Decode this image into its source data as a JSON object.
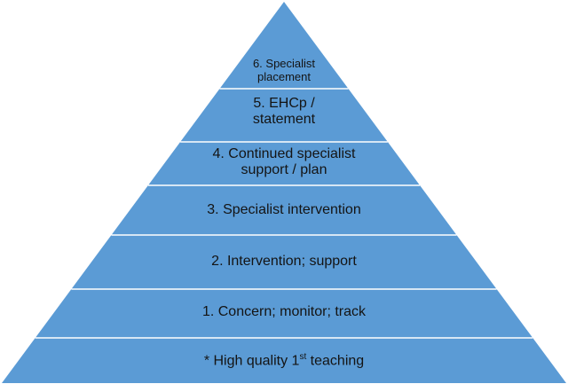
{
  "colors": {
    "fill": "#5B9BD5",
    "divider": "#FFFFFF",
    "text": "#141414"
  },
  "levels": [
    {
      "line1": "6. Specialist",
      "line2": "placement"
    },
    {
      "line1": "5. EHCp /",
      "line2": "statement"
    },
    {
      "line1": "4. Continued specialist",
      "line2": "support / plan"
    },
    {
      "line1": "3. Specialist intervention"
    },
    {
      "line1": "2. Intervention; support"
    },
    {
      "line1": "1. Concern; monitor; track"
    },
    {
      "prefix": "* High quality 1",
      "sup": "st",
      "suffix": " teaching"
    }
  ]
}
